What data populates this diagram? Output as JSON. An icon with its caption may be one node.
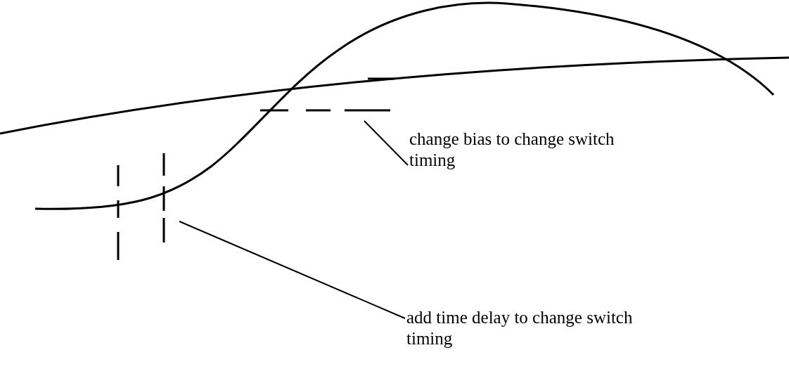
{
  "diagram": {
    "nodes": [
      {
        "text": [
          "change bias to change switch timing"
        ]
      },
      {
        "text": [
          "add time delay to change switch timing"
        ]
      }
    ],
    "edges": [
      {
        "from": 0,
        "to": null,
        "arrow": "none"
      },
      {
        "from": 1,
        "to": null,
        "arrow": "none"
      }
    ]
  }
}
